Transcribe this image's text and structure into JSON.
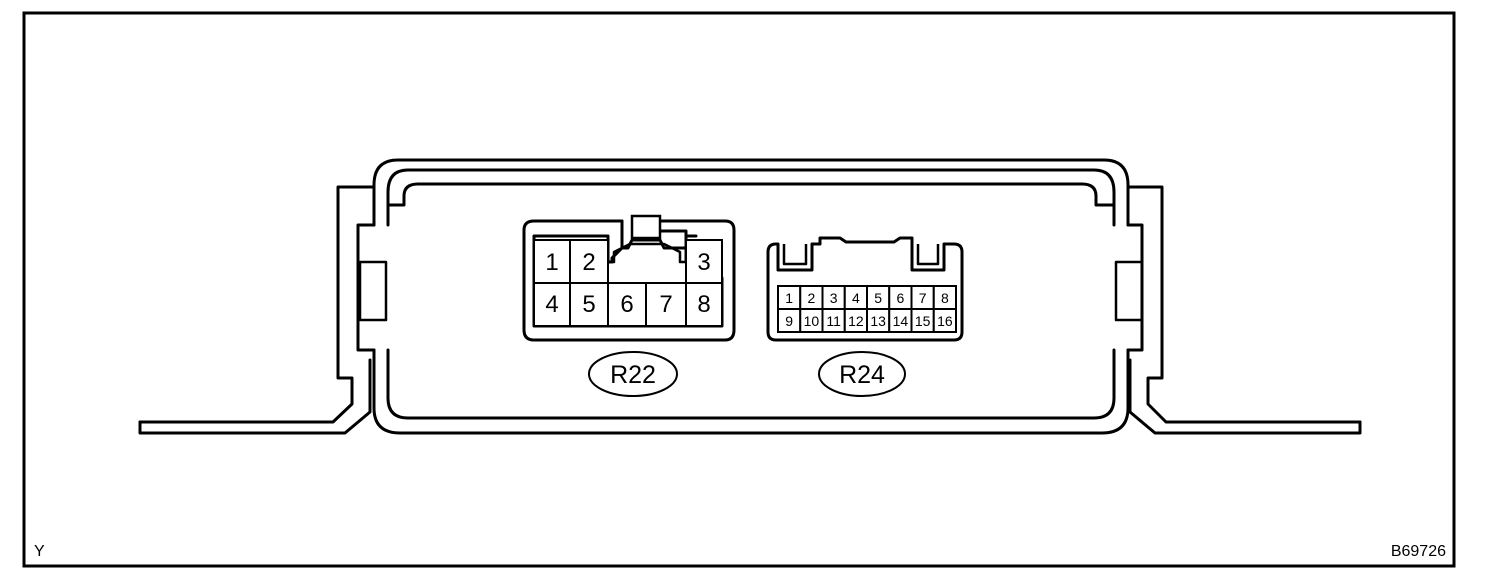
{
  "connectors": {
    "r22": {
      "label": "R22",
      "pins": [
        "1",
        "2",
        "3",
        "4",
        "5",
        "6",
        "7",
        "8"
      ]
    },
    "r24": {
      "label": "R24",
      "pins": [
        "1",
        "2",
        "3",
        "4",
        "5",
        "6",
        "7",
        "8",
        "9",
        "10",
        "11",
        "12",
        "13",
        "14",
        "15",
        "16"
      ]
    }
  },
  "corner_left": "Y",
  "figure_code": "B69726"
}
